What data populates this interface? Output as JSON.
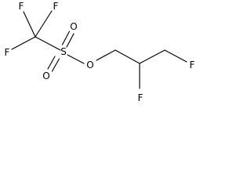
{
  "molecule": {
    "atoms": {
      "f1": "F",
      "f2": "F",
      "f3": "F",
      "s": "S",
      "o1": "O",
      "o2": "O",
      "o_ester": "O",
      "f_mid": "F",
      "f_end": "F"
    }
  },
  "colors": {
    "bond": "#000000",
    "label": "#000000",
    "background": "#ffffff"
  }
}
